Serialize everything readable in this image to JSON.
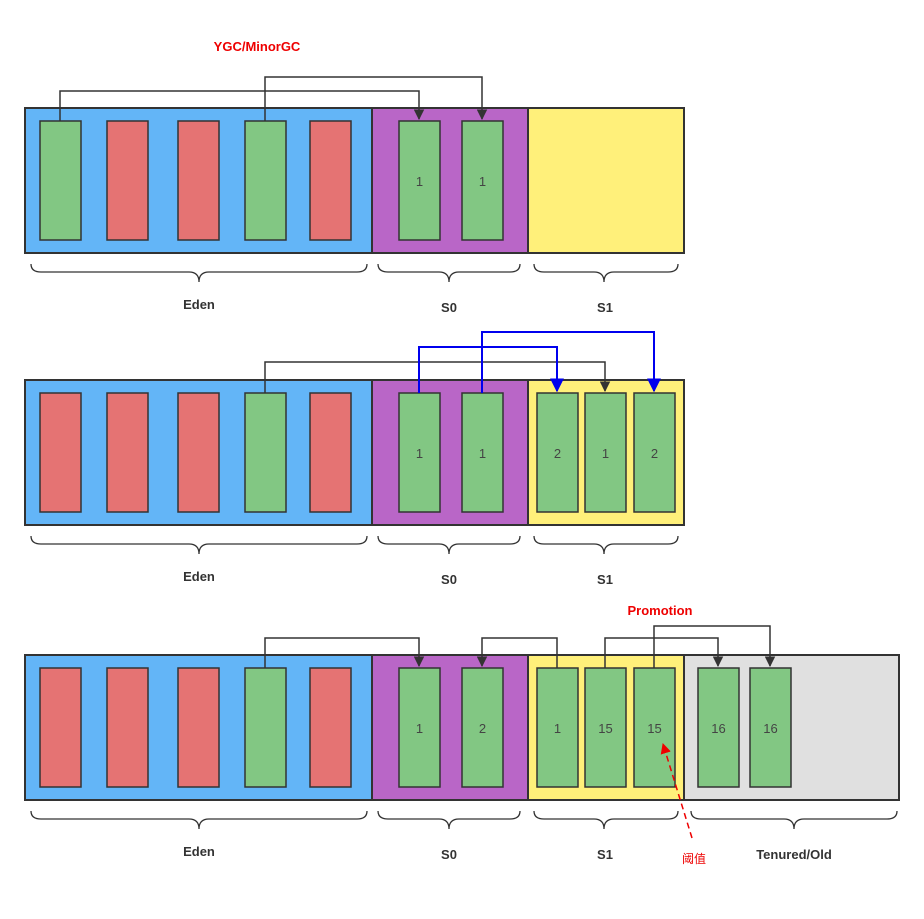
{
  "title": "YGC/MinorGC",
  "promotion_label": "Promotion",
  "threshold_label": "阈值",
  "colors": {
    "eden": "#63b5f7",
    "s0": "#b966c7",
    "s1": "#fff07a",
    "old": "#e0e0e0",
    "live": "#82c783",
    "dead": "#e57373",
    "border": "#333333",
    "blue_arrow": "#0000ee",
    "red": "#ee0000"
  },
  "rows": [
    {
      "labels": {
        "eden": "Eden",
        "s0": "S0",
        "s1": "S1"
      },
      "s0_ages": [
        "1",
        "1"
      ],
      "s1_ages": []
    },
    {
      "labels": {
        "eden": "Eden",
        "s0": "S0",
        "s1": "S1"
      },
      "s0_ages": [
        "1",
        "1"
      ],
      "s1_ages": [
        "2",
        "1",
        "2"
      ]
    },
    {
      "labels": {
        "eden": "Eden",
        "s0": "S0",
        "s1": "S1",
        "old": "Tenured/Old"
      },
      "s0_ages": [
        "1",
        "2"
      ],
      "s1_ages": [
        "1",
        "15",
        "15"
      ],
      "old_ages": [
        "16",
        "16"
      ]
    }
  ]
}
